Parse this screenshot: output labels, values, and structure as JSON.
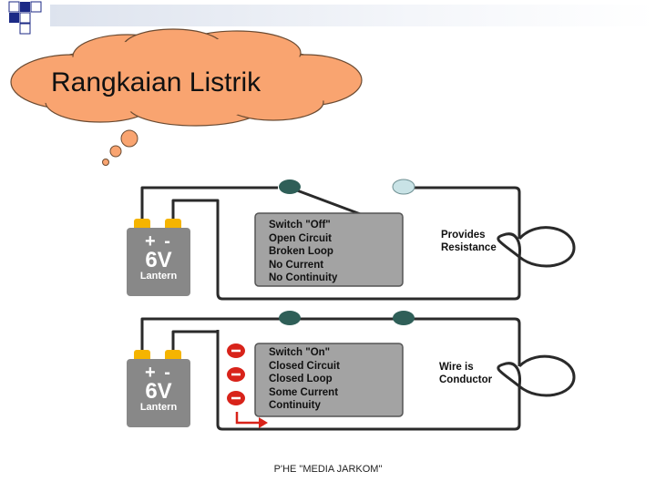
{
  "slide": {
    "title": "Rangkaian Listrik",
    "footer": "P'HE \"MEDIA JARKOM\""
  },
  "circuits": [
    {
      "battery": {
        "signs": "+ -",
        "voltage": "6V",
        "name": "Lantern"
      },
      "panel_lines": [
        "Switch \"Off\"",
        "Open Circuit",
        "Broken Loop",
        "No Current",
        "No Continuity"
      ],
      "side_label": [
        "Provides",
        "Resistance"
      ]
    },
    {
      "battery": {
        "signs": "+ -",
        "voltage": "6V",
        "name": "Lantern"
      },
      "panel_lines": [
        "Switch \"On\"",
        "Closed Circuit",
        "Closed Loop",
        "Some Current",
        "Continuity"
      ],
      "side_label": [
        "Wire is",
        "Conductor"
      ]
    }
  ],
  "colors": {
    "cloud": "#f9a470",
    "wire": "#2a2a2a",
    "panel": "#a3a3a3",
    "battery": "#888888",
    "terminal": "#f5b400",
    "switch_dark": "#2f5f58",
    "switch_light": "#c9e3e6",
    "minus_marker": "#d8231a"
  }
}
